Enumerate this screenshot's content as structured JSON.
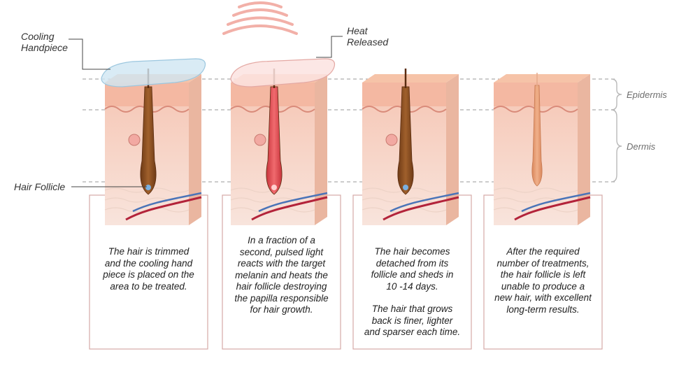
{
  "labels": {
    "cooling_handpiece": [
      "Cooling",
      "Handpiece"
    ],
    "heat_released": [
      "Heat",
      "Released"
    ],
    "hair_follicle": "Hair Follicle",
    "epidermis": "Epidermis",
    "dermis": "Dermis"
  },
  "steps": [
    {
      "paragraphs": [
        [
          "The hair is trimmed",
          "and the cooling hand",
          "piece is placed on the",
          "area to be treated."
        ]
      ]
    },
    {
      "paragraphs": [
        [
          "In a fraction of a",
          "second, pulsed light",
          "reacts with the target",
          "melanin and heats the",
          "hair follicle destroying",
          "the papilla responsible",
          "for hair growth."
        ]
      ]
    },
    {
      "paragraphs": [
        [
          "The hair becomes",
          "detached from its",
          "follicle and sheds in",
          "10 -14 days."
        ],
        [
          "The hair that grows",
          "back is finer, lighter",
          "and sparser each time."
        ]
      ]
    },
    {
      "paragraphs": [
        [
          "After the required",
          "number of treatments,",
          "the hair follicle is left",
          "unable to produce a",
          "new hair, with excellent",
          "long-term results."
        ]
      ]
    }
  ],
  "colors": {
    "skin_top": "#f6c3a8",
    "skin_face": "#f7d4c4",
    "skin_side": "#eab6a0",
    "follicle": "#8a4a1c",
    "follicle_heated": "#e4474e",
    "follicle_fading": "#e69a72",
    "handpiece": "#cfe6f2",
    "heat_waves": "#f2b0a8",
    "vein": "#4a74b8",
    "artery": "#b3233a",
    "box_border": "#d6a9a6",
    "guide_line": "#999999"
  }
}
